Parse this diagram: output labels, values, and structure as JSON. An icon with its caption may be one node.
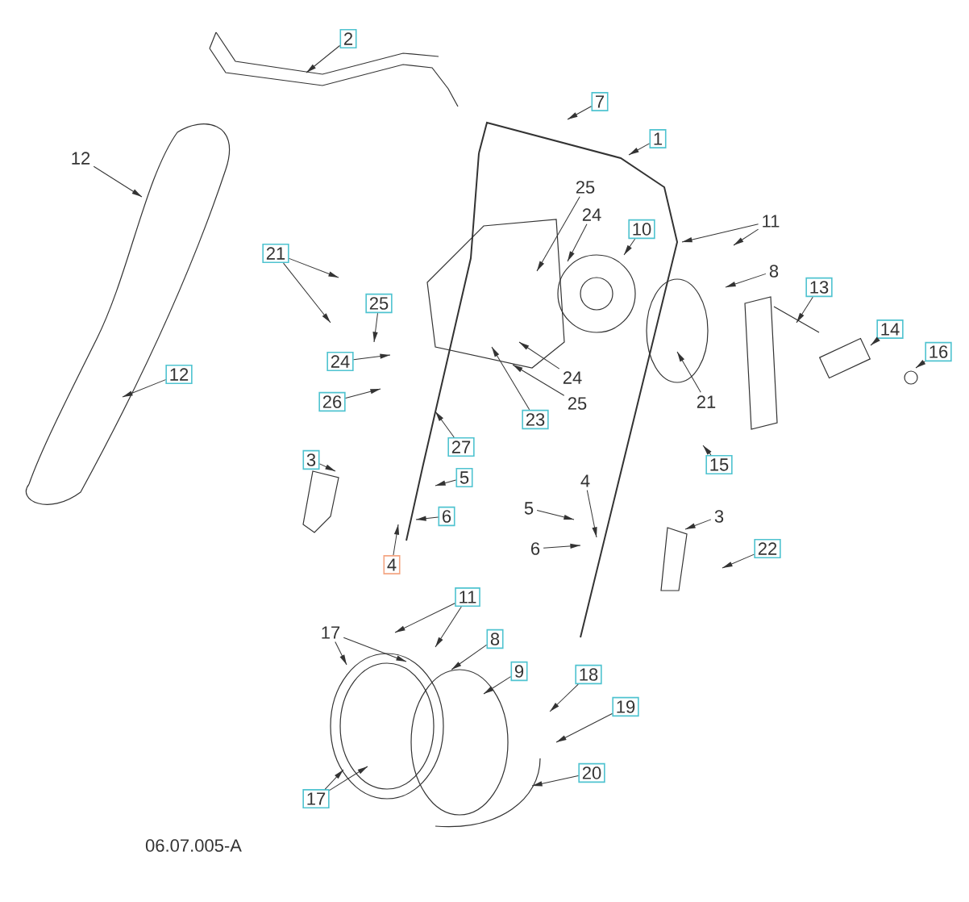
{
  "diagram": {
    "nodes": [
      {
        "text": [
          "2"
        ]
      },
      {
        "text": [
          "7"
        ]
      },
      {
        "text": [
          "1"
        ]
      },
      {
        "text": [
          "12"
        ]
      },
      {
        "text": [
          "25"
        ]
      },
      {
        "text": [
          "24"
        ]
      },
      {
        "text": [
          "11"
        ]
      },
      {
        "text": [
          "10"
        ]
      },
      {
        "text": [
          "21"
        ]
      },
      {
        "text": [
          "8"
        ]
      },
      {
        "text": [
          "13"
        ]
      },
      {
        "text": [
          "25"
        ]
      },
      {
        "text": [
          "14"
        ]
      },
      {
        "text": [
          "16"
        ]
      },
      {
        "text": [
          "24"
        ]
      },
      {
        "text": [
          "12"
        ]
      },
      {
        "text": [
          "24"
        ]
      },
      {
        "text": [
          "26"
        ]
      },
      {
        "text": [
          "21"
        ]
      },
      {
        "text": [
          "25"
        ]
      },
      {
        "text": [
          "23"
        ]
      },
      {
        "text": [
          "27"
        ]
      },
      {
        "text": [
          "3"
        ]
      },
      {
        "text": [
          "15"
        ]
      },
      {
        "text": [
          "5"
        ]
      },
      {
        "text": [
          "4"
        ]
      },
      {
        "text": [
          "5"
        ]
      },
      {
        "text": [
          "3"
        ]
      },
      {
        "text": [
          "6"
        ]
      },
      {
        "text": [
          "6"
        ]
      },
      {
        "text": [
          "22"
        ]
      },
      {
        "text": [
          "4"
        ]
      },
      {
        "text": [
          "11"
        ]
      },
      {
        "text": [
          "17"
        ]
      },
      {
        "text": [
          "8"
        ]
      },
      {
        "text": [
          "9"
        ]
      },
      {
        "text": [
          "18"
        ]
      },
      {
        "text": [
          "19"
        ]
      },
      {
        "text": [
          "20"
        ]
      },
      {
        "text": [
          "17"
        ]
      }
    ],
    "edges": [
      {
        "from": 0,
        "to": null,
        "arrow": "to"
      },
      {
        "from": 1,
        "to": null,
        "arrow": "to"
      },
      {
        "from": 2,
        "to": null,
        "arrow": "to"
      },
      {
        "from": 3,
        "to": null,
        "arrow": "to"
      },
      {
        "from": 4,
        "to": null,
        "arrow": "to"
      },
      {
        "from": 5,
        "to": null,
        "arrow": "to"
      },
      {
        "from": 6,
        "to": null,
        "arrow": "to"
      },
      {
        "from": 6,
        "to": null,
        "arrow": "to"
      },
      {
        "from": 7,
        "to": null,
        "arrow": "to"
      },
      {
        "from": 8,
        "to": null,
        "arrow": "to"
      },
      {
        "from": 8,
        "to": null,
        "arrow": "to"
      },
      {
        "from": 9,
        "to": null,
        "arrow": "to"
      },
      {
        "from": 10,
        "to": null,
        "arrow": "to"
      },
      {
        "from": 11,
        "to": null,
        "arrow": "to"
      },
      {
        "from": 12,
        "to": null,
        "arrow": "to"
      },
      {
        "from": 13,
        "to": null,
        "arrow": "to"
      },
      {
        "from": 14,
        "to": null,
        "arrow": "to"
      },
      {
        "from": 15,
        "to": null,
        "arrow": "to"
      },
      {
        "from": 16,
        "to": null,
        "arrow": "to"
      },
      {
        "from": 17,
        "to": null,
        "arrow": "to"
      },
      {
        "from": 18,
        "to": null,
        "arrow": "to"
      },
      {
        "from": 19,
        "to": null,
        "arrow": "to"
      },
      {
        "from": 20,
        "to": null,
        "arrow": "to"
      },
      {
        "from": 21,
        "to": null,
        "arrow": "to"
      },
      {
        "from": 22,
        "to": null,
        "arrow": "to"
      },
      {
        "from": 23,
        "to": null,
        "arrow": "to"
      },
      {
        "from": 24,
        "to": null,
        "arrow": "to"
      },
      {
        "from": 25,
        "to": null,
        "arrow": "to"
      },
      {
        "from": 26,
        "to": null,
        "arrow": "to"
      },
      {
        "from": 27,
        "to": null,
        "arrow": "to"
      },
      {
        "from": 28,
        "to": null,
        "arrow": "to"
      },
      {
        "from": 29,
        "to": null,
        "arrow": "to"
      },
      {
        "from": 30,
        "to": null,
        "arrow": "to"
      },
      {
        "from": 31,
        "to": null,
        "arrow": "to"
      },
      {
        "from": 32,
        "to": null,
        "arrow": "to"
      },
      {
        "from": 32,
        "to": null,
        "arrow": "to"
      },
      {
        "from": 33,
        "to": null,
        "arrow": "to"
      },
      {
        "from": 33,
        "to": null,
        "arrow": "to"
      },
      {
        "from": 34,
        "to": null,
        "arrow": "to"
      },
      {
        "from": 35,
        "to": null,
        "arrow": "to"
      },
      {
        "from": 36,
        "to": null,
        "arrow": "to"
      },
      {
        "from": 37,
        "to": null,
        "arrow": "to"
      },
      {
        "from": 38,
        "to": null,
        "arrow": "to"
      },
      {
        "from": 39,
        "to": null,
        "arrow": "to"
      },
      {
        "from": 39,
        "to": null,
        "arrow": "to"
      }
    ],
    "labels": [
      "06.07.005-A"
    ]
  }
}
